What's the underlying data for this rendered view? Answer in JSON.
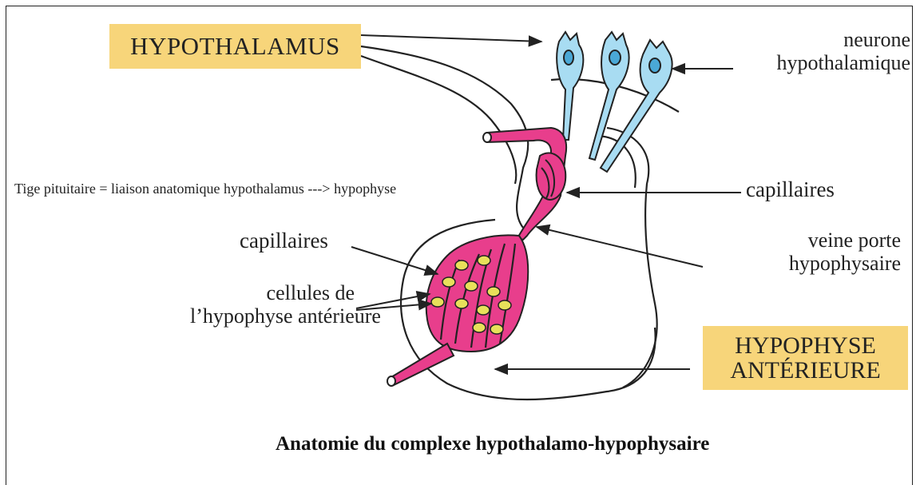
{
  "labels": {
    "hypothalamus": "HYPOTHALAMUS",
    "neurone_line1": "neurone",
    "neurone_line2": "hypothalamique",
    "tige": "Tige pituitaire = liaison anatomique hypothalamus ---> hypophyse",
    "capillaires_right": "capillaires",
    "veine_line1": "veine porte",
    "veine_line2": "hypophysaire",
    "capillaires_left": "capillaires",
    "cellules_line1": "cellules de",
    "cellules_line2": "l’hypophyse antérieure",
    "hypophyse_line1": "HYPOPHYSE",
    "hypophyse_line2": "ANTÉRIEURE"
  },
  "title": "Anatomie du complexe hypothalamo-hypophysaire",
  "colors": {
    "label_box": "#f7d57a",
    "neuron": "#a8dcf2",
    "vessel": "#e83e8c",
    "cell": "#e8e05a",
    "outline": "#222222"
  }
}
